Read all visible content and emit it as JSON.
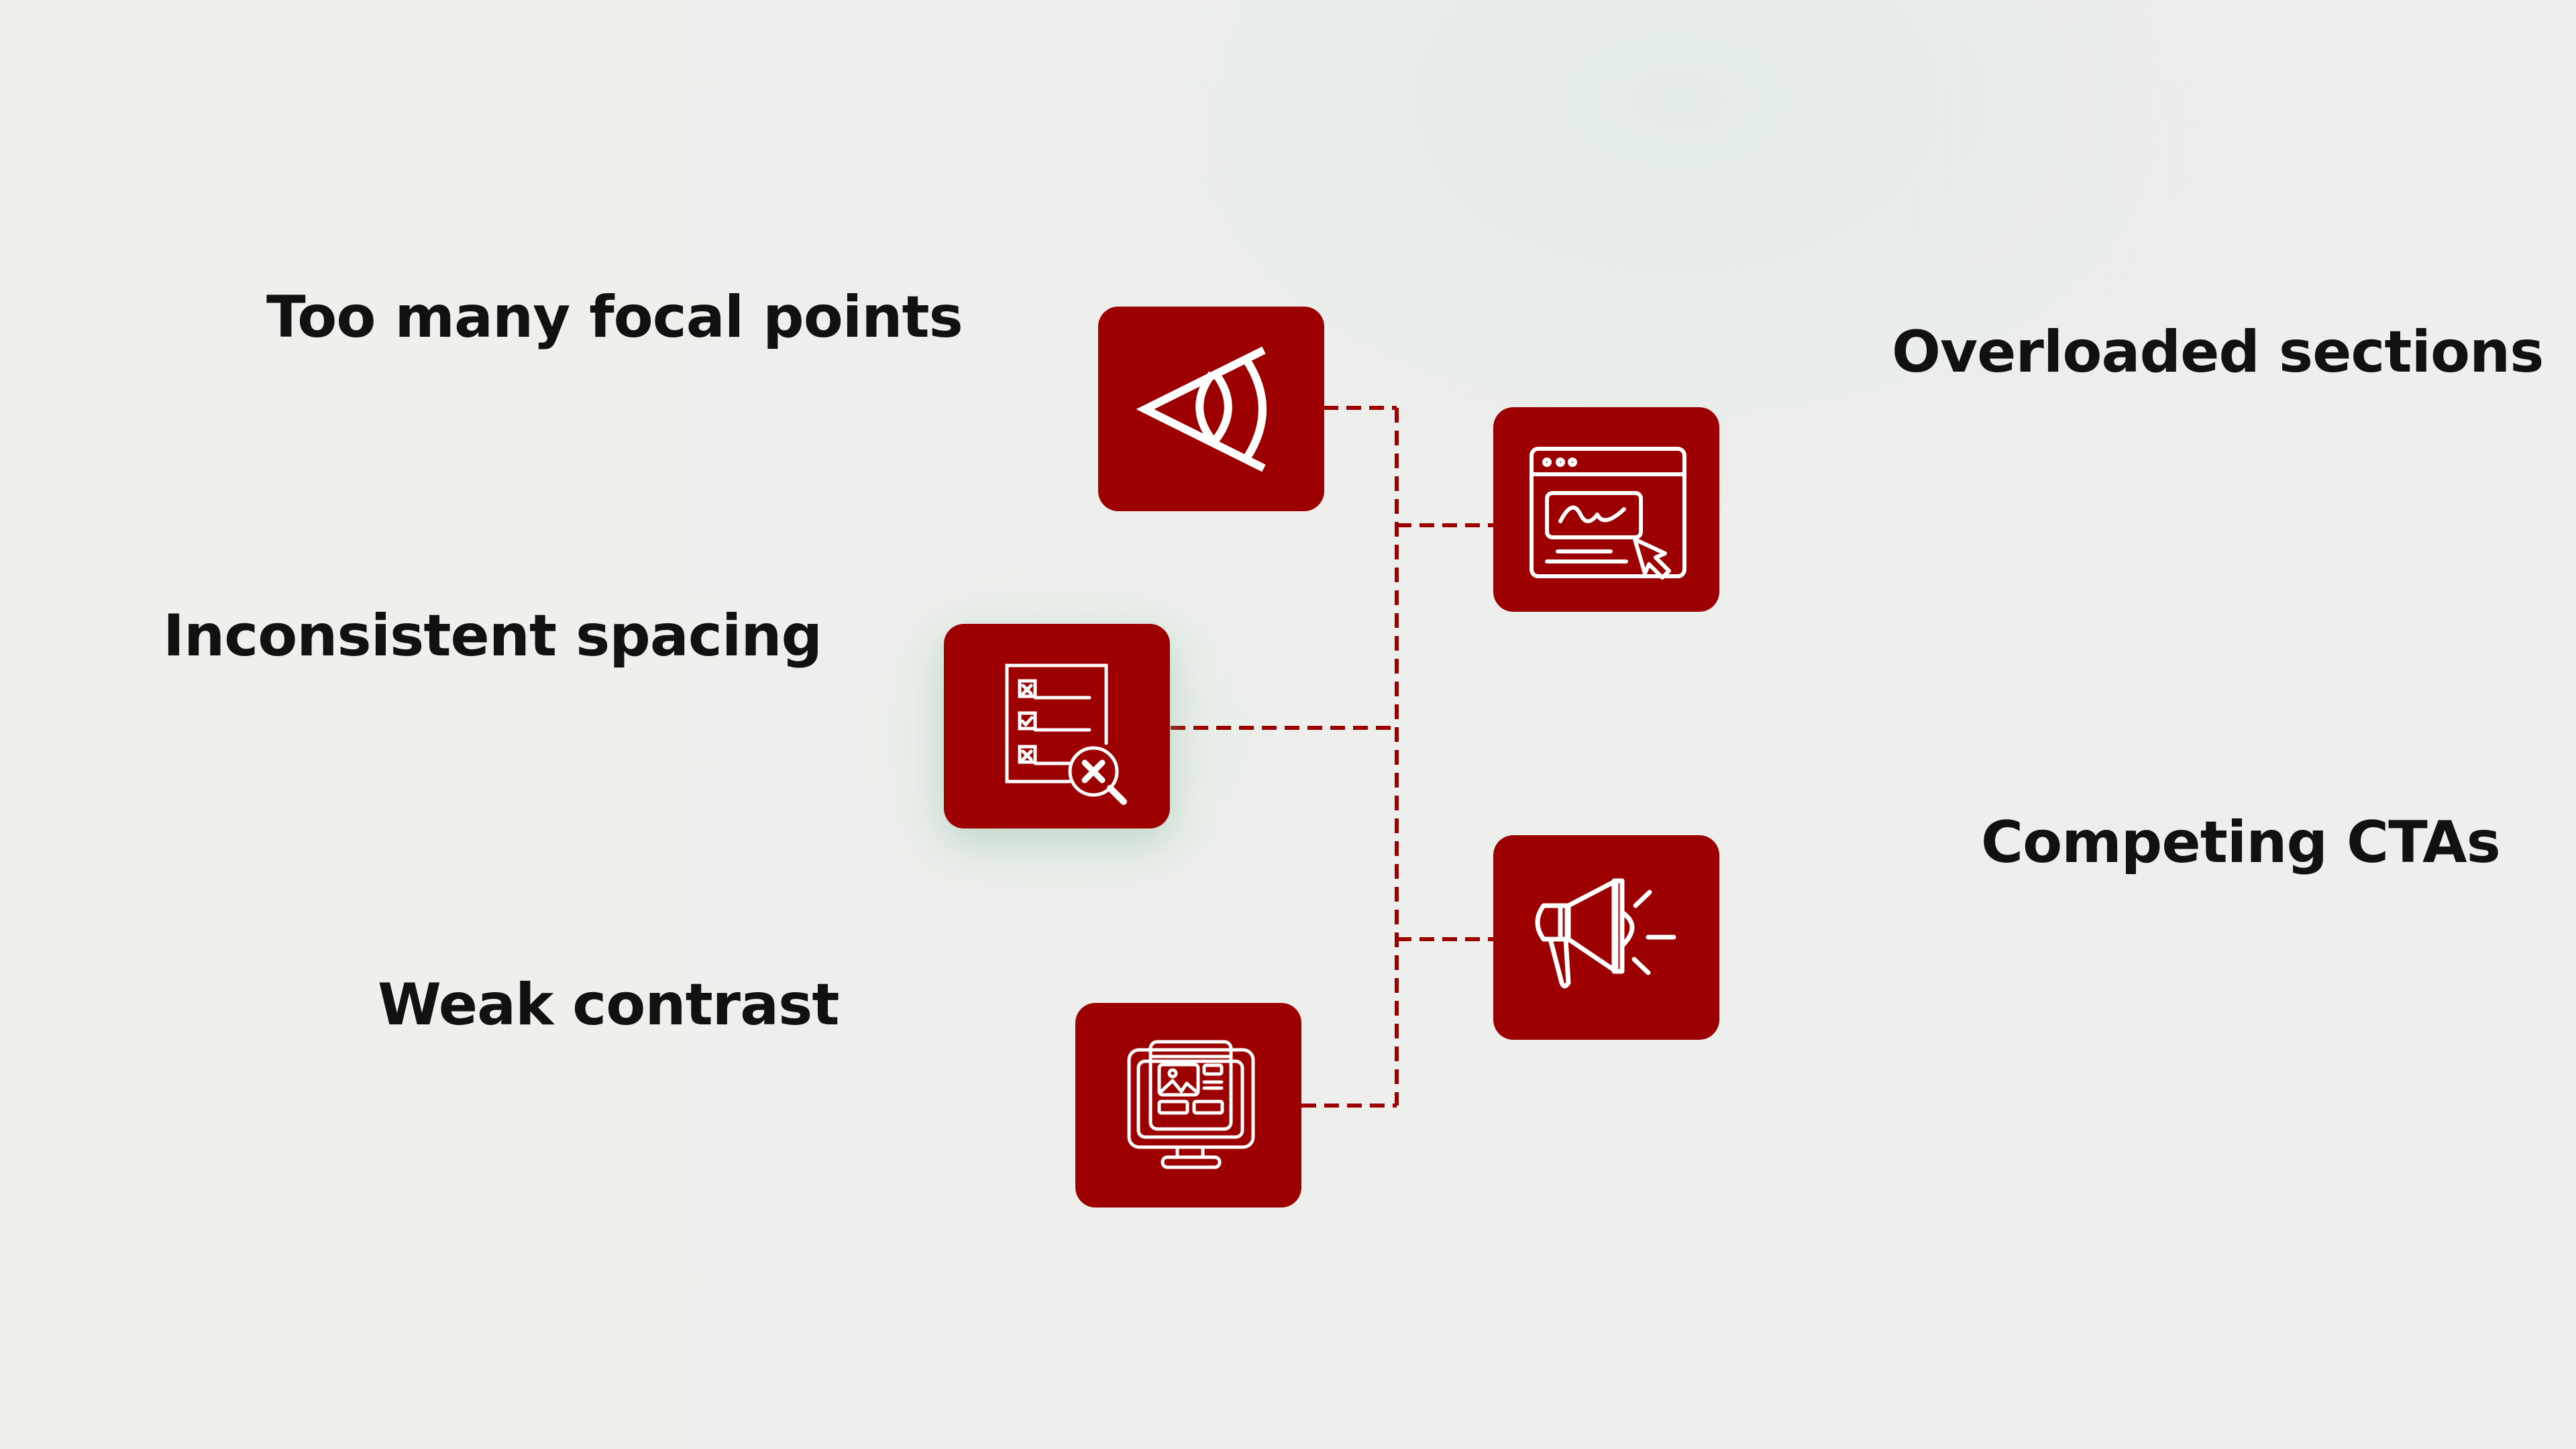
{
  "colors": {
    "accent": "#9c0000",
    "text": "#111111",
    "background": "#eeefec",
    "connector": "#9c0000"
  },
  "diagram": {
    "type": "hub-connector",
    "items": [
      {
        "id": "focal",
        "label": "Too many focal points",
        "icon": "eye-icon",
        "side": "left"
      },
      {
        "id": "overloaded",
        "label": "Overloaded sections",
        "icon": "browser-cursor-icon",
        "side": "right"
      },
      {
        "id": "spacing",
        "label": "Inconsistent spacing",
        "icon": "checklist-search-icon",
        "side": "left"
      },
      {
        "id": "ctas",
        "label": "Competing CTAs",
        "icon": "megaphone-icon",
        "side": "right"
      },
      {
        "id": "contrast",
        "label": "Weak contrast",
        "icon": "monitor-layout-icon",
        "side": "left"
      }
    ],
    "connector_style": "dashed"
  }
}
